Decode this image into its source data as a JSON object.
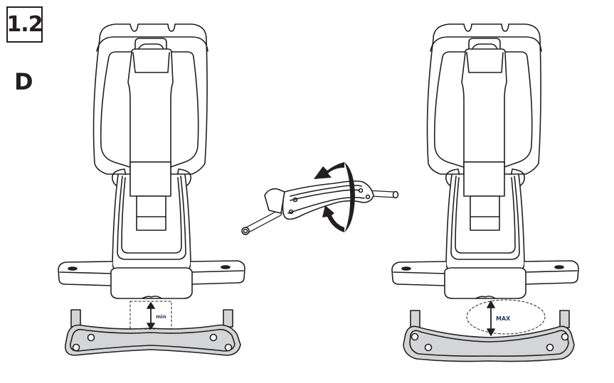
{
  "step": {
    "number": "1.2",
    "variant": "D"
  },
  "figures": {
    "left": {
      "description": "Seat base with support leg retracted",
      "gap_label": "min"
    },
    "center": {
      "description": "Support handle rotated around its axis",
      "rotation_icon": "rotate-arrow-icon"
    },
    "right": {
      "description": "Seat base with support leg extended",
      "gap_label": "MAX"
    }
  },
  "colors": {
    "line": "#231f20",
    "fill_grey": "#d4d5d6",
    "label": "#1f3a5f"
  }
}
